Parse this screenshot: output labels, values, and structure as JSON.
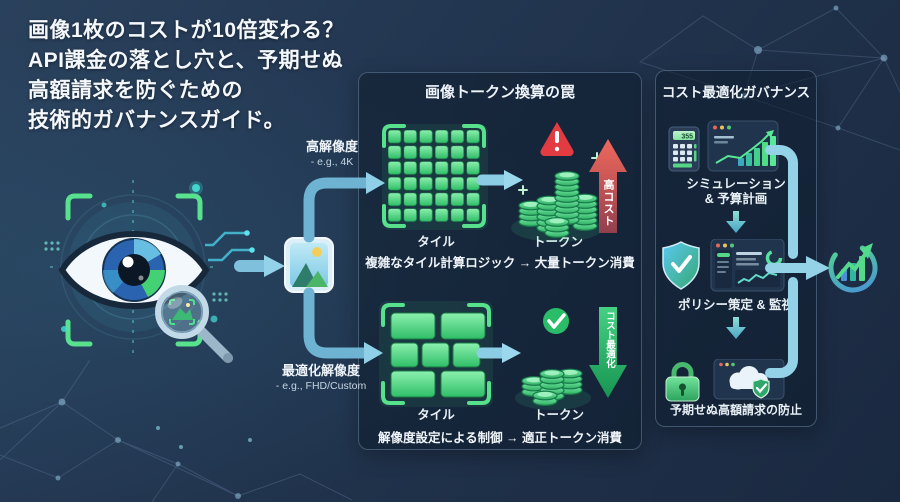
{
  "header": {
    "title_lines": [
      "画像1枚のコストが10倍変わる？",
      "API課金の落とし穴と、予期せぬ",
      "高額請求を防ぐための",
      "技術的ガバナンスガイド。"
    ]
  },
  "branches": {
    "high": {
      "label": "高解像度",
      "example": "- e.g., 4K"
    },
    "optimized": {
      "label": "最適化解像度",
      "example": "- e.g., FHD/Custom"
    }
  },
  "trap_panel": {
    "title": "画像トークン換算の罠",
    "high_flow": {
      "tiles_label": "タイル",
      "tokens_label": "トークン",
      "cost_arrow_label": "高コスト",
      "caption": "複雑なタイル計算ロジック → 大量トークン消費"
    },
    "optimized_flow": {
      "tiles_label": "タイル",
      "tokens_label": "トークン",
      "cost_arrow_label": "コスト最適化",
      "caption": "解像度設定による制御 → 適正トークン消費"
    }
  },
  "governance_panel": {
    "title": "コスト最適化ガバナンス",
    "steps": [
      {
        "label_line1": "シミュレーション",
        "label_line2": "& 予算計画",
        "calculator_display": "355"
      },
      {
        "label": "ポリシー策定 & 監視"
      },
      {
        "label": "予期せぬ高額請求の防止"
      }
    ]
  },
  "icons": {
    "left": [
      "eye-scan-icon",
      "magnifier-icon",
      "image-icon"
    ],
    "trap": [
      "tile-grid-icon",
      "token-stack-icon",
      "warning-icon",
      "check-icon",
      "cost-up-arrow",
      "cost-down-arrow"
    ],
    "governance": [
      "calculator-icon",
      "bar-chart-window-icon",
      "shield-check-icon",
      "dashboard-window-icon",
      "lock-icon",
      "cloud-shield-window-icon",
      "growth-circle-icon"
    ]
  },
  "colors": {
    "background": "#223650",
    "panel_border": "#6e8caa",
    "tile_green": "#4ade80",
    "arrow_blue": "#8ccde6",
    "cost_up_red": "#e05a50",
    "cost_down_green": "#34c06e",
    "pipe_teal": "#93d2e7"
  }
}
